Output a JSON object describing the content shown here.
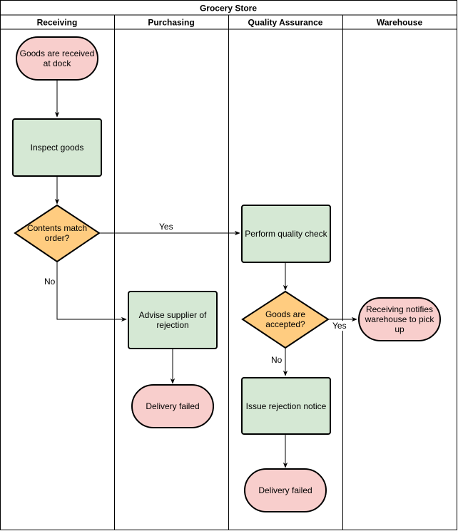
{
  "pool": {
    "title": "Grocery Store"
  },
  "lanes": [
    {
      "id": "receiving",
      "label": "Receiving"
    },
    {
      "id": "purchasing",
      "label": "Purchasing"
    },
    {
      "id": "qa",
      "label": "Quality Assurance"
    },
    {
      "id": "warehouse",
      "label": "Warehouse"
    }
  ],
  "nodes": {
    "goods_received": {
      "label": "Goods are received at dock",
      "shape": "terminator",
      "lane": "receiving"
    },
    "inspect_goods": {
      "label": "Inspect goods",
      "shape": "process",
      "lane": "receiving"
    },
    "contents_match": {
      "label": "Contents match order?",
      "shape": "decision",
      "lane": "receiving"
    },
    "advise_supplier": {
      "label": "Advise supplier of rejection",
      "shape": "process",
      "lane": "purchasing"
    },
    "delivery_failed_purchasing": {
      "label": "Delivery failed",
      "shape": "terminator",
      "lane": "purchasing"
    },
    "quality_check": {
      "label": "Perform quality check",
      "shape": "process",
      "lane": "qa"
    },
    "goods_accepted": {
      "label": "Goods are accepted?",
      "shape": "decision",
      "lane": "qa"
    },
    "issue_rejection": {
      "label": "Issue rejection notice",
      "shape": "process",
      "lane": "qa"
    },
    "delivery_failed_qa": {
      "label": "Delivery failed",
      "shape": "terminator",
      "lane": "qa"
    },
    "warehouse_pickup": {
      "label": "Receiving notifies warehouse to pick up",
      "shape": "terminator",
      "lane": "warehouse"
    }
  },
  "edges": [
    {
      "from": "goods_received",
      "to": "inspect_goods",
      "label": ""
    },
    {
      "from": "inspect_goods",
      "to": "contents_match",
      "label": ""
    },
    {
      "from": "contents_match",
      "to": "quality_check",
      "label": "Yes"
    },
    {
      "from": "contents_match",
      "to": "advise_supplier",
      "label": "No"
    },
    {
      "from": "advise_supplier",
      "to": "delivery_failed_purchasing",
      "label": ""
    },
    {
      "from": "quality_check",
      "to": "goods_accepted",
      "label": ""
    },
    {
      "from": "goods_accepted",
      "to": "warehouse_pickup",
      "label": "Yes"
    },
    {
      "from": "goods_accepted",
      "to": "issue_rejection",
      "label": "No"
    },
    {
      "from": "issue_rejection",
      "to": "delivery_failed_qa",
      "label": ""
    }
  ],
  "colors": {
    "terminator_fill": "#f8cecc",
    "process_fill": "#d5e8d4",
    "decision_fill": "#ffcc80",
    "stroke": "#000000",
    "background": "#ffffff"
  }
}
